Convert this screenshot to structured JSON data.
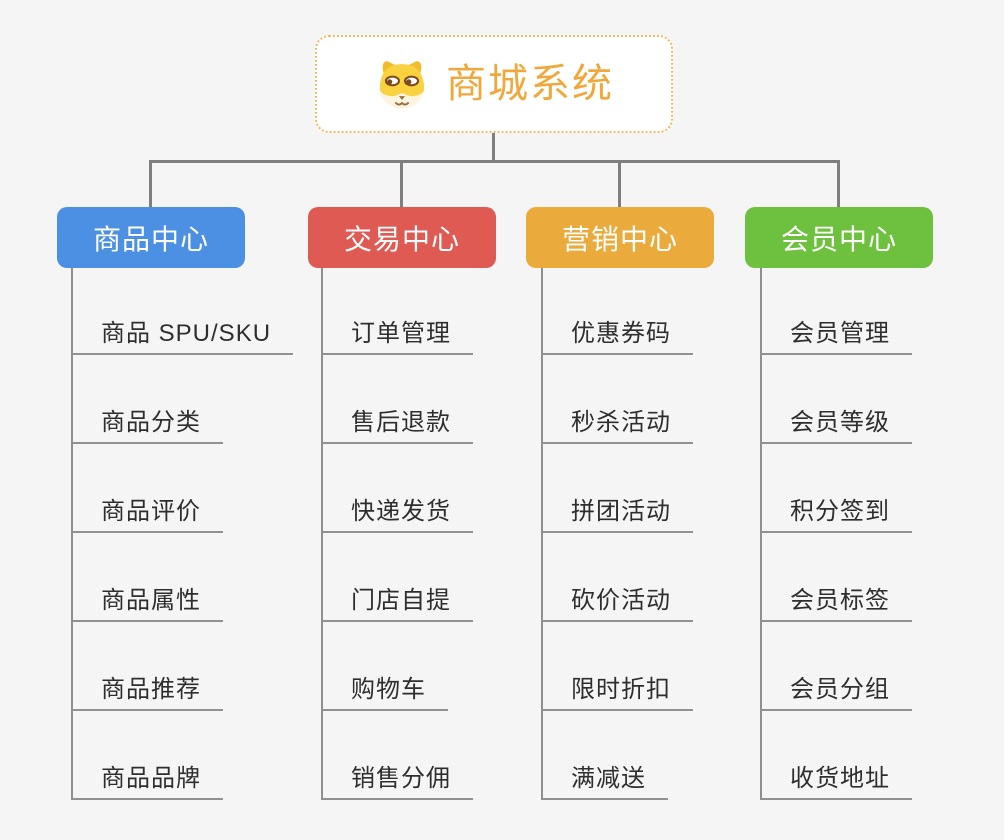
{
  "root": {
    "title": "商城系统",
    "icon": "dog-face-icon",
    "title_color": "#F0A83C",
    "border_color": "#F2BB62"
  },
  "connector_color": "#7F7F7F",
  "underline_color": "#919191",
  "branches": [
    {
      "label": "商品中心",
      "color": "#4B90E2",
      "items": [
        "商品 SPU/SKU",
        "商品分类",
        "商品评价",
        "商品属性",
        "商品推荐",
        "商品品牌"
      ]
    },
    {
      "label": "交易中心",
      "color": "#E05A54",
      "items": [
        "订单管理",
        "售后退款",
        "快递发货",
        "门店自提",
        "购物车",
        "销售分佣"
      ]
    },
    {
      "label": "营销中心",
      "color": "#EAAA3C",
      "items": [
        "优惠券码",
        "秒杀活动",
        "拼团活动",
        "砍价活动",
        "限时折扣",
        "满减送"
      ]
    },
    {
      "label": "会员中心",
      "color": "#6DC13F",
      "items": [
        "会员管理",
        "会员等级",
        "积分签到",
        "会员标签",
        "会员分组",
        "收货地址"
      ]
    }
  ]
}
